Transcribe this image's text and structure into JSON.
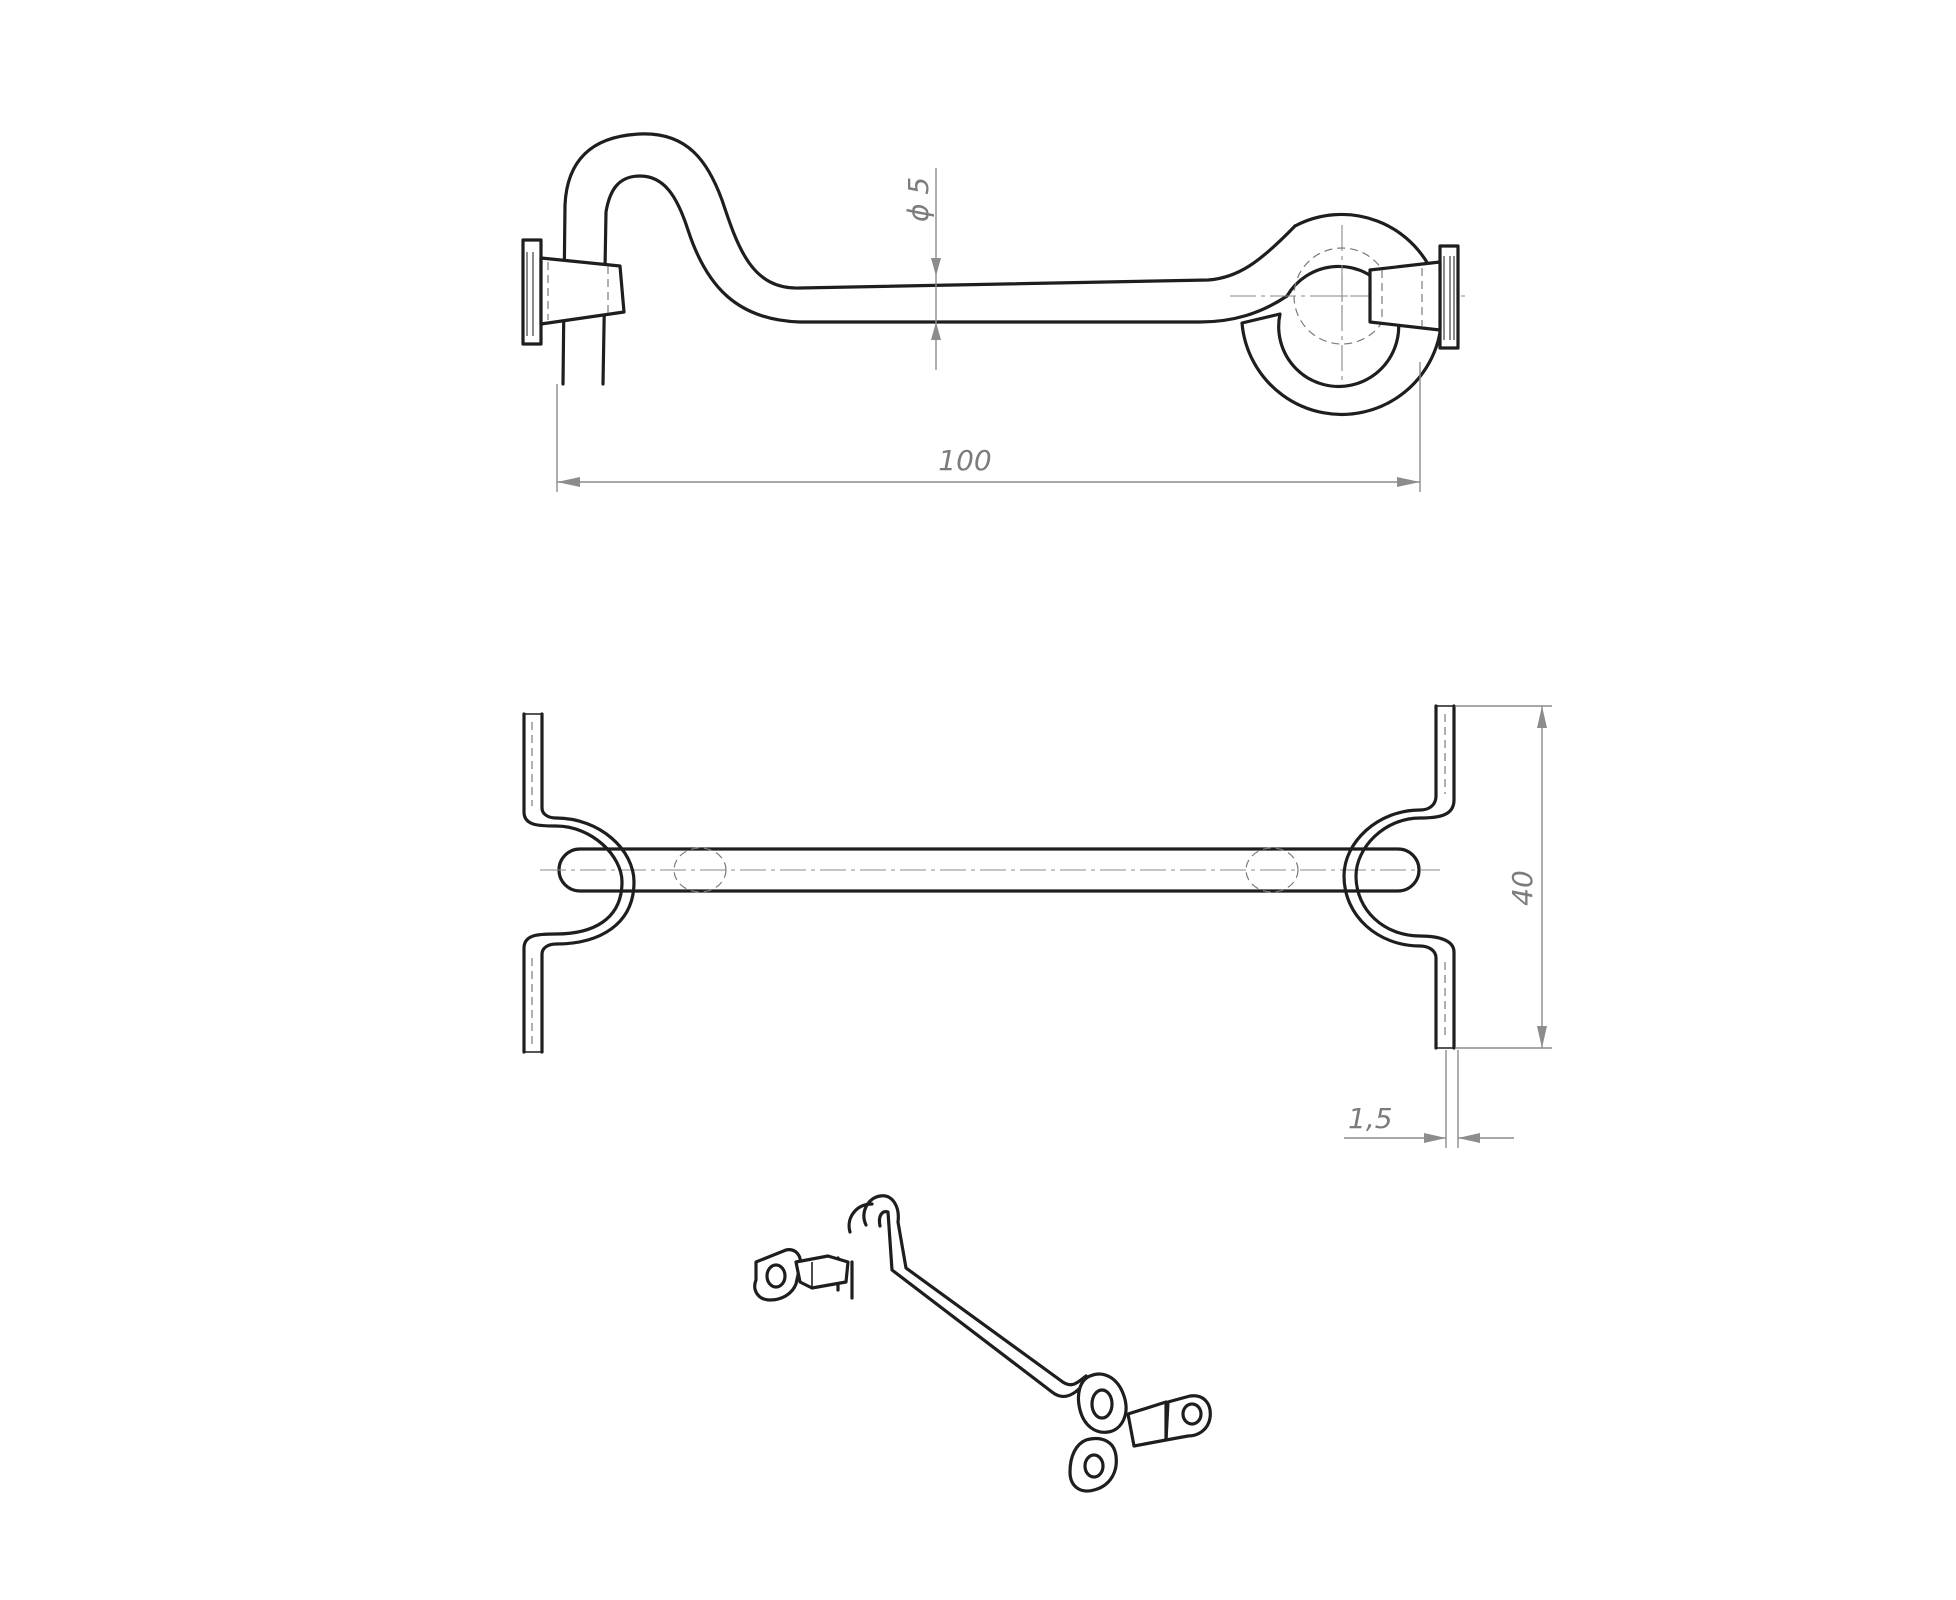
{
  "drawing": {
    "front_view": {
      "dimensions": {
        "rod_diameter": "ϕ 5",
        "overall_length": "100"
      }
    },
    "top_view": {
      "dimensions": {
        "plate_height": "40",
        "plate_thickness": "1,5"
      }
    },
    "isometric_view": {}
  }
}
